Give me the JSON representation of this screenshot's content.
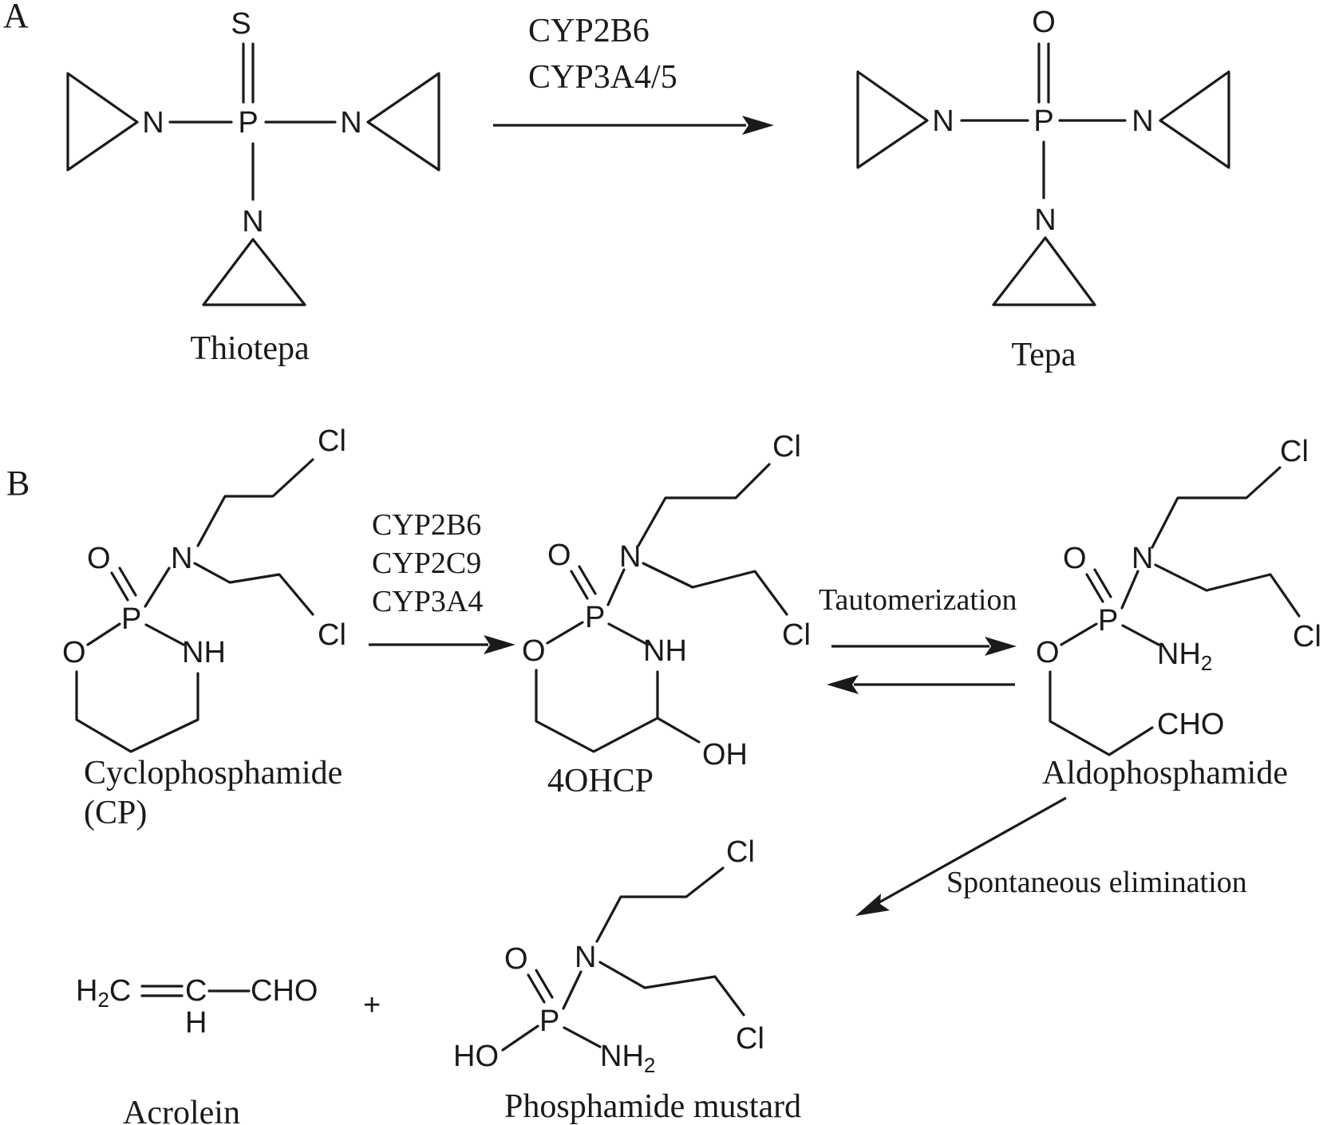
{
  "panels": {
    "a": "A",
    "b": "B"
  },
  "atoms": {
    "S": "S",
    "O": "O",
    "N": "N",
    "P": "P",
    "NH": "NH",
    "NH2_main": "NH",
    "NH2_sub": "2",
    "Cl": "Cl",
    "OH": "OH",
    "HO": "HO",
    "CHO": "CHO",
    "H": "H",
    "C": "C",
    "H2C_main": "H",
    "H2C_sub": "2",
    "H2C_end": "C"
  },
  "reactions": {
    "thiotepa_enzymes": [
      "CYP2B6",
      "CYP3A4/5"
    ],
    "cp_enzymes": [
      "CYP2B6",
      "CYP2C9",
      "CYP3A4"
    ],
    "tautomerization": "Tautomerization",
    "elimination": "Spontaneous elimination",
    "plus": "+"
  },
  "compounds": {
    "thiotepa": "Thiotepa",
    "tepa": "Tepa",
    "cyclophosphamide": "Cyclophosphamide",
    "cyclophosphamide_abbr": "(CP)",
    "ohcp": "4OHCP",
    "aldophosphamide": "Aldophosphamide",
    "acrolein": "Acrolein",
    "phosphamide_mustard": "Phosphamide mustard"
  }
}
